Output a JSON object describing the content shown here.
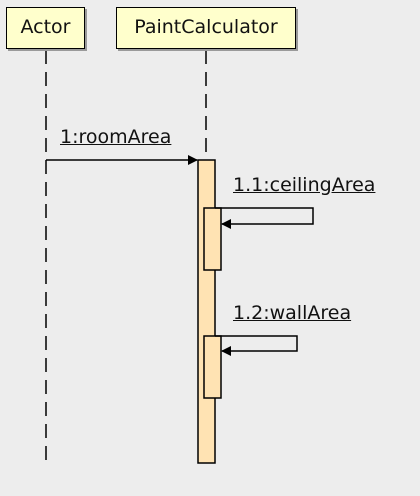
{
  "lifelines": [
    {
      "name": "Actor"
    },
    {
      "name": "PaintCalculator"
    }
  ],
  "messages": [
    {
      "label": "1:roomArea"
    },
    {
      "label": "1.1:ceilingArea"
    },
    {
      "label": "1.2:wallArea"
    }
  ],
  "colors": {
    "background": "#ededed",
    "lifeline_header": "#ffffcc",
    "activation": "#ffe3b3",
    "line": "#000000"
  }
}
